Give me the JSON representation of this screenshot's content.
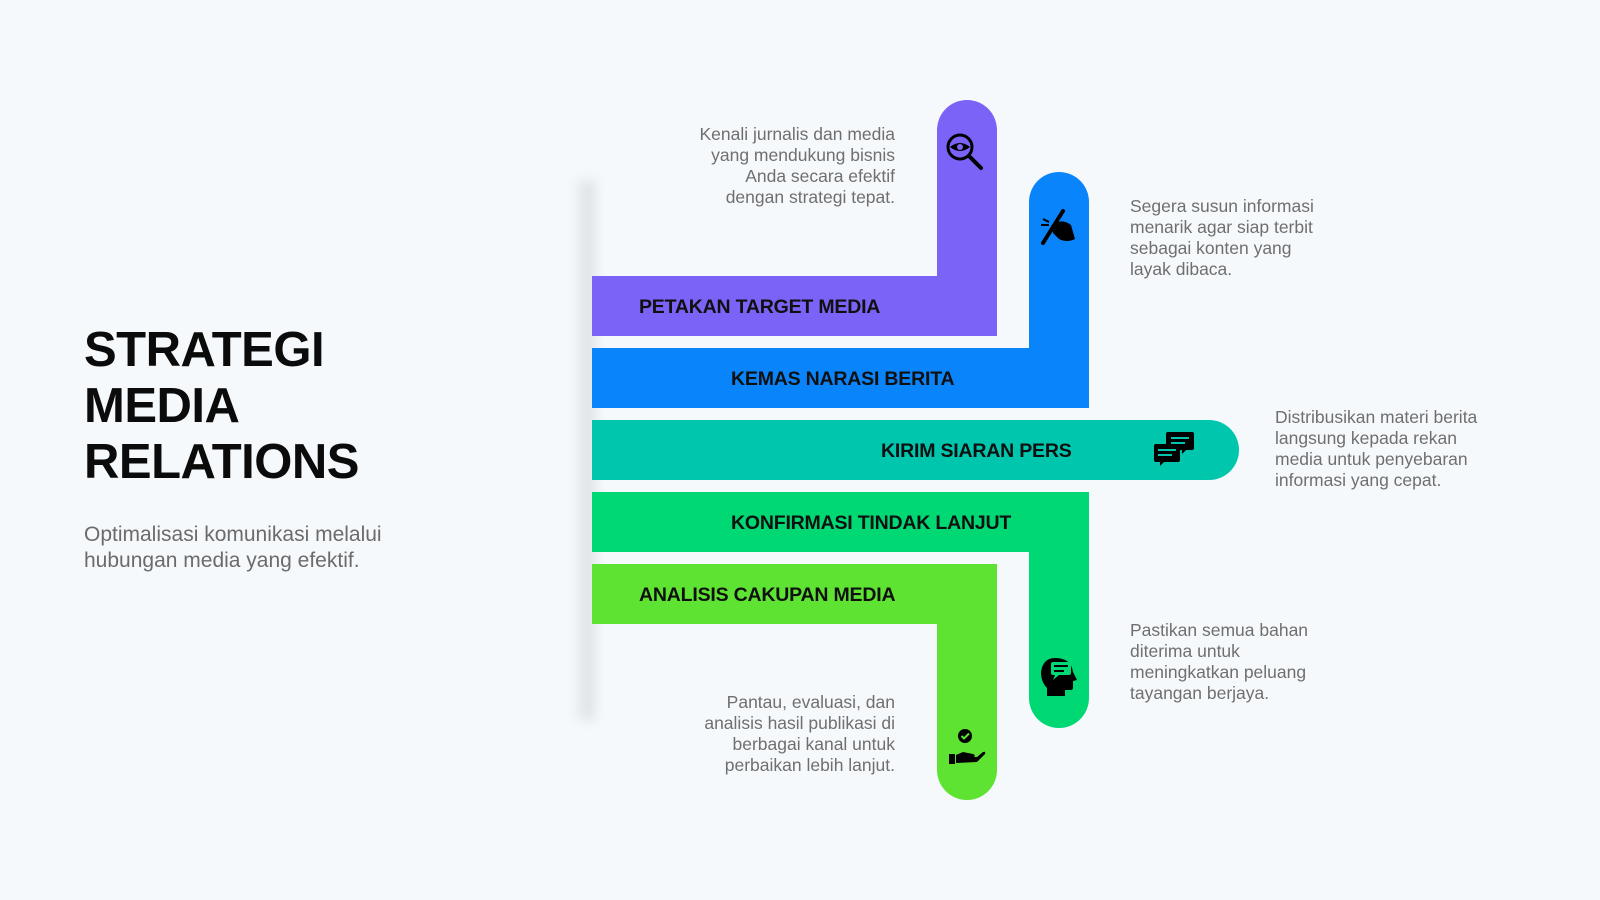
{
  "header": {
    "title_lines": [
      "STRATEGI",
      "MEDIA",
      "RELATIONS"
    ],
    "subtitle_lines": [
      "Optimalisasi komunikasi melalui",
      "hubungan media yang efektif."
    ]
  },
  "steps": [
    {
      "label": "PETAKAN TARGET MEDIA",
      "color": "#7a63f6",
      "icon": "magnifier-eye-icon",
      "description_lines": [
        "Kenali jurnalis dan media",
        "yang mendukung bisnis",
        "Anda secara efektif",
        "dengan strategi tepat."
      ]
    },
    {
      "label": "KEMAS NARASI BERITA",
      "color": "#0a84fb",
      "icon": "hand-pen-icon",
      "description_lines": [
        "Segera susun informasi",
        "menarik agar siap terbit",
        "sebagai konten yang",
        "layak dibaca."
      ]
    },
    {
      "label": "KIRIM SIARAN PERS",
      "color": "#00c6ad",
      "icon": "chat-bubbles-icon",
      "description_lines": [
        "Distribusikan materi berita",
        "langsung kepada rekan",
        "media untuk penyebaran",
        "informasi yang cepat."
      ]
    },
    {
      "label": "KONFIRMASI TINDAK LANJUT",
      "color": "#00d874",
      "icon": "head-message-icon",
      "description_lines": [
        "Pastikan semua bahan",
        "diterima untuk",
        "meningkatkan peluang",
        "tayangan berjaya."
      ]
    },
    {
      "label": "ANALISIS CAKUPAN MEDIA",
      "color": "#5ee333",
      "icon": "hand-check-icon",
      "description_lines": [
        "Pantau, evaluasi, dan",
        "analisis hasil publikasi di",
        "berbagai kanal untuk",
        "perbaikan lebih lanjut."
      ]
    }
  ]
}
